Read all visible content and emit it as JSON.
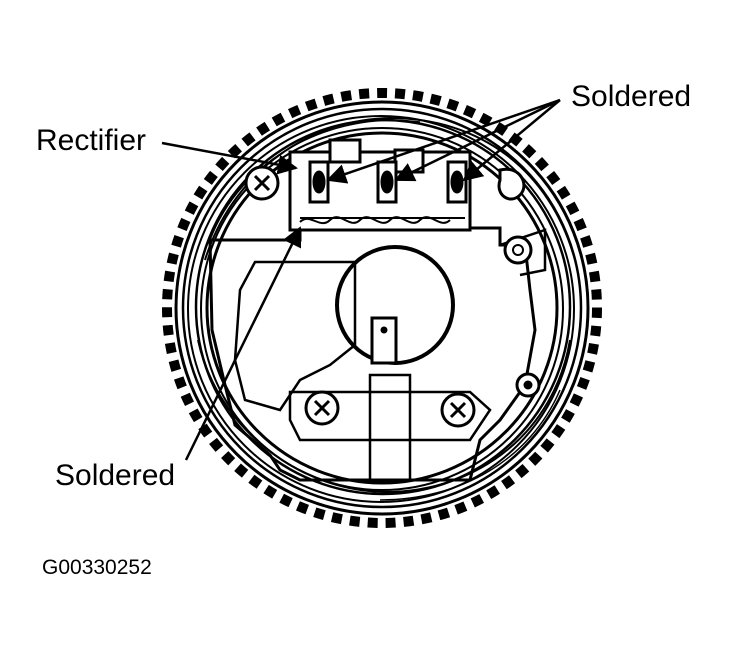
{
  "labels": {
    "rectifier": "Rectifier",
    "soldered_top": "Soldered",
    "soldered_bottom": "Soldered"
  },
  "figure_id": "G00330252",
  "colors": {
    "ink": "#000000",
    "paper": "#ffffff"
  }
}
